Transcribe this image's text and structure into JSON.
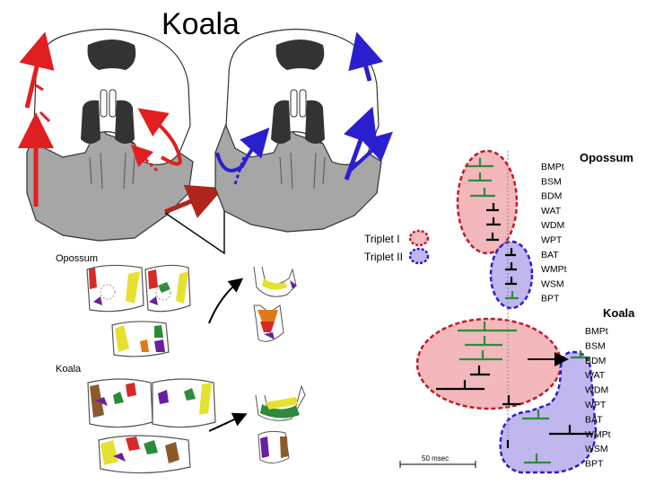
{
  "title": "Koala",
  "legend": {
    "triplet1": "Triplet I",
    "triplet2": "Triplet II",
    "triplet1_color": "#e07070",
    "triplet2_color": "#4a3fd8"
  },
  "panels": {
    "opossum_label": "Opossum",
    "koala_label": "Koala"
  },
  "timing": {
    "opossum_header": "Opossum",
    "koala_header": "Koala",
    "scale_label": "50 msec",
    "opossum_muscles": [
      "BMPt",
      "BSM",
      "BDM",
      "WAT",
      "WDM",
      "WPT",
      "BAT",
      "WMPt",
      "WSM",
      "BPT"
    ],
    "koala_muscles": [
      "BMPt",
      "BSM",
      "BDM",
      "WAT",
      "WDM",
      "WPT",
      "BAT",
      "WMPt",
      "WSM",
      "BPT"
    ]
  },
  "colors": {
    "red_arrow": "#e02020",
    "blue_arrow": "#2a1fd0",
    "green_bar": "#2e8b3a",
    "triplet1_fill": "#f2b8bc",
    "triplet2_fill": "#c2b6ef"
  }
}
